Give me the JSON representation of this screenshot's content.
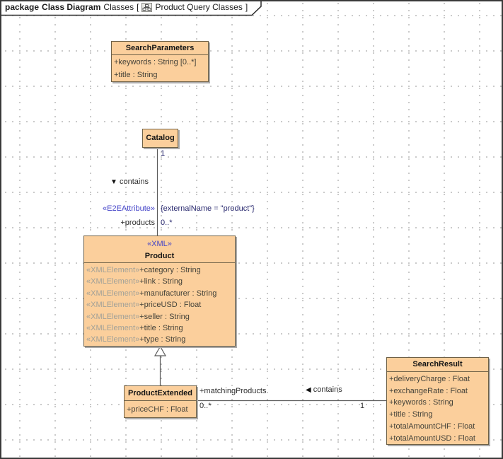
{
  "header": {
    "keyword": "package",
    "diagram_kind": "Class Diagram",
    "package_name": "Classes",
    "bracket_open": "[",
    "diagram_name": "Product Query Classes",
    "bracket_close": "]"
  },
  "classes": {
    "search_parameters": {
      "name": "SearchParameters",
      "attributes": [
        "+keywords : String [0..*]",
        "+title : String"
      ]
    },
    "catalog": {
      "name": "Catalog"
    },
    "product": {
      "name": "Product",
      "stereotype": "«XML»",
      "attributes": [
        {
          "stereotype": "«XMLElement»",
          "text": "+category : String"
        },
        {
          "stereotype": "«XMLElement»",
          "text": "+link : String"
        },
        {
          "stereotype": "«XMLElement»",
          "text": "+manufacturer : String"
        },
        {
          "stereotype": "«XMLElement»",
          "text": "+priceUSD : Float"
        },
        {
          "stereotype": "«XMLElement»",
          "text": "+seller : String"
        },
        {
          "stereotype": "«XMLElement»",
          "text": "+title : String"
        },
        {
          "stereotype": "«XMLElement»",
          "text": "+type : String"
        }
      ]
    },
    "product_extended": {
      "name": "ProductExtended",
      "attributes": [
        "+priceCHF : Float"
      ]
    },
    "search_result": {
      "name": "SearchResult",
      "attributes": [
        "+deliveryCharge : Float",
        "+exchangeRate : Float",
        "+keywords : String",
        "+title : String",
        "+totalAmountCHF : Float",
        "+totalAmountUSD : Float"
      ]
    }
  },
  "associations": {
    "catalog_product": {
      "name": "contains",
      "direction_arrow": "▼",
      "stereotype": "«E2EAttribute»",
      "role": "+products",
      "constraint": "{externalName = \"product\"}",
      "multiplicity_catalog_end": "1",
      "multiplicity_product_end": "0..*"
    },
    "searchresult_productextended": {
      "name": "contains",
      "direction_arrow": "◀",
      "role": "+matchingProducts",
      "multiplicity_searchresult_end": "1",
      "multiplicity_products_end": "0..*"
    }
  },
  "colors": {
    "class_fill": "#fbcf9c",
    "class_border": "#6e6046",
    "stereotype_text": "#4343c8",
    "xml_element_prefix": "#a2a198",
    "attribute_text": "#45433a",
    "constraint_text": "#28286e",
    "line_color": "#5a5a5a"
  }
}
